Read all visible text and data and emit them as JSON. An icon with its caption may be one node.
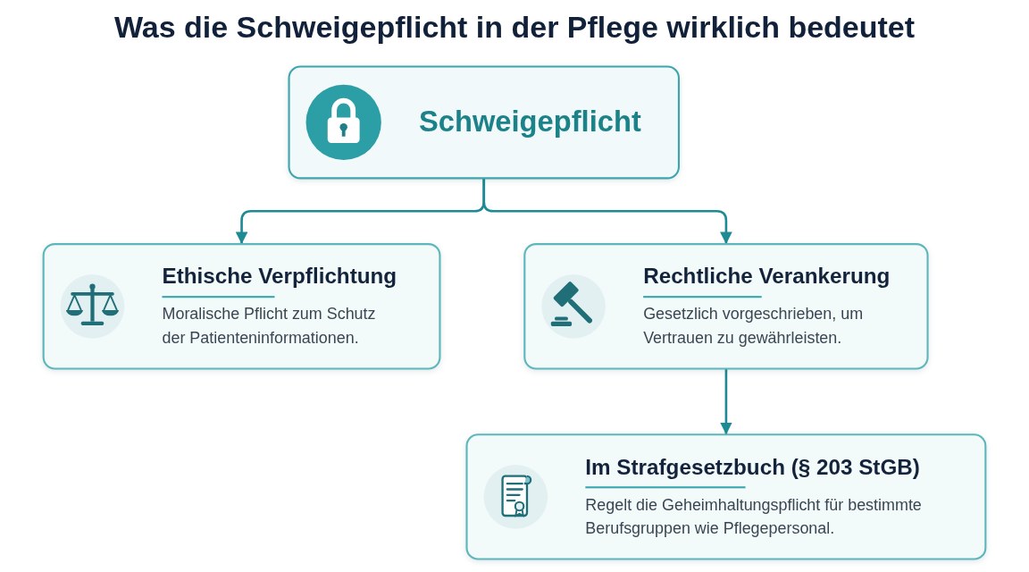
{
  "diagram": {
    "title": "Was die Schweigepflicht in der Pflege wirklich bedeutet",
    "nodes": [
      {
        "text": [
          "Schweigepflicht"
        ]
      },
      {
        "text": [
          "Ethische Verpflichtung",
          "Moralische Pflicht zum Schutz der Patienteninformationen."
        ]
      },
      {
        "text": [
          "Rechtliche Verankerung",
          "Gesetzlich vorgeschrieben, um Vertrauen zu gewährleisten."
        ]
      },
      {
        "text": [
          "Im Strafgesetzbuch (§ 203 StGB)",
          "Regelt die Geheimhaltungspflicht für bestimmte Berufsgruppen wie Pflegepersonal."
        ]
      }
    ],
    "edges": [
      {
        "from": 0,
        "to": 1,
        "arrow": "to"
      },
      {
        "from": 0,
        "to": 2,
        "arrow": "to"
      },
      {
        "from": 2,
        "to": 3,
        "arrow": "to"
      }
    ]
  }
}
